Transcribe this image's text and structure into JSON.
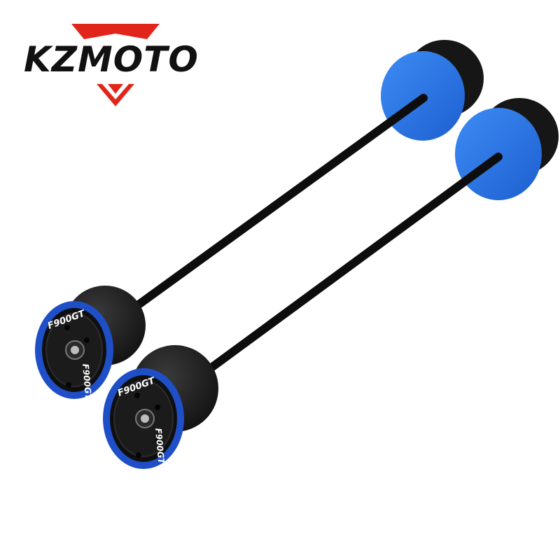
{
  "brand": {
    "name": "KZMOTO",
    "logo_icon": "chevron-emblem-icon",
    "logo_color": "#e1251b",
    "text_color": "#111111"
  },
  "product": {
    "engraving": "F900GT",
    "accent_color": "#1f4fc7",
    "face_color": "#2f78e8",
    "body_color": "#1a1a1a",
    "rod_color": "#0d0d0d",
    "items": [
      {
        "name": "axle-slider-front"
      },
      {
        "name": "axle-slider-rear"
      }
    ]
  }
}
